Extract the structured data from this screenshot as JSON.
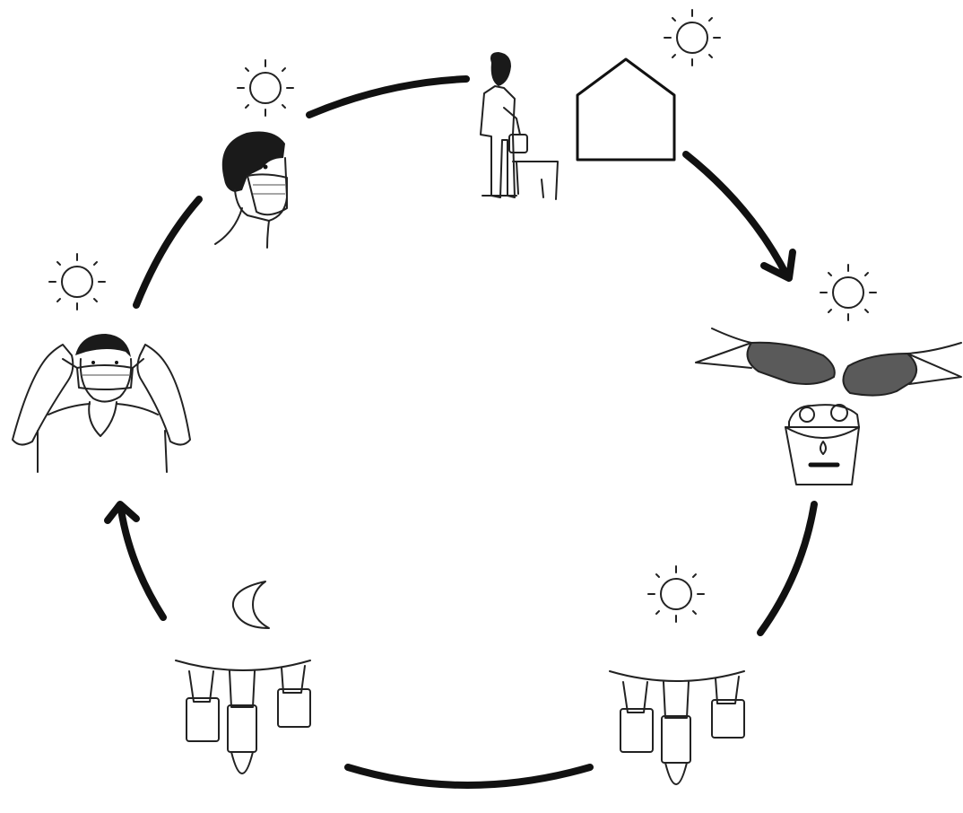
{
  "diagram": {
    "type": "cycle",
    "ink_color": "#111111",
    "background": "#ffffff",
    "stages": [
      {
        "id": "wearing-mask",
        "icon": "man-wearing-mask-icon",
        "time": "day"
      },
      {
        "id": "at-home",
        "icon": "house-icon",
        "time": "day"
      },
      {
        "id": "washing",
        "icon": "gloved-hands-washing-bucket-icon",
        "time": "day"
      },
      {
        "id": "drying-outside",
        "icon": "masks-drying-on-line-icon",
        "time": "day"
      },
      {
        "id": "drying-overnight",
        "icon": "masks-drying-on-line-icon",
        "time": "night"
      },
      {
        "id": "putting-on-mask",
        "icon": "man-putting-on-mask-icon",
        "time": "day"
      }
    ],
    "time_icons": {
      "day": "sun-icon",
      "night": "crescent-moon-icon"
    }
  }
}
